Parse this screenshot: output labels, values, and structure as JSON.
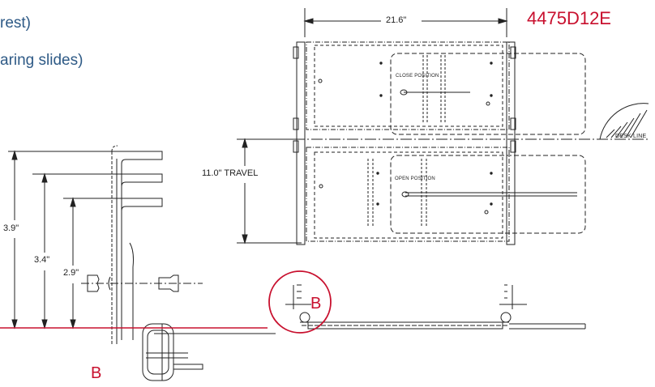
{
  "captions": {
    "line1": "rest)",
    "line2": "aring slides)"
  },
  "part_number": "4475D12E",
  "dimensions": {
    "width": "21.6\"",
    "travel": "11.0\" TRAVEL",
    "height_1": "3.9\"",
    "height_2": "3.4\"",
    "height_3": "2.9\""
  },
  "labels": {
    "close_position": "CLOSE POSITION",
    "open_position": "OPEN POSITION",
    "desk_line": "DESK LINE",
    "detail_b_callout": "B",
    "detail_b_label": "B"
  },
  "colors": {
    "accent_red": "#c8102e",
    "caption_blue": "#2e5a86",
    "line": "#222222"
  }
}
